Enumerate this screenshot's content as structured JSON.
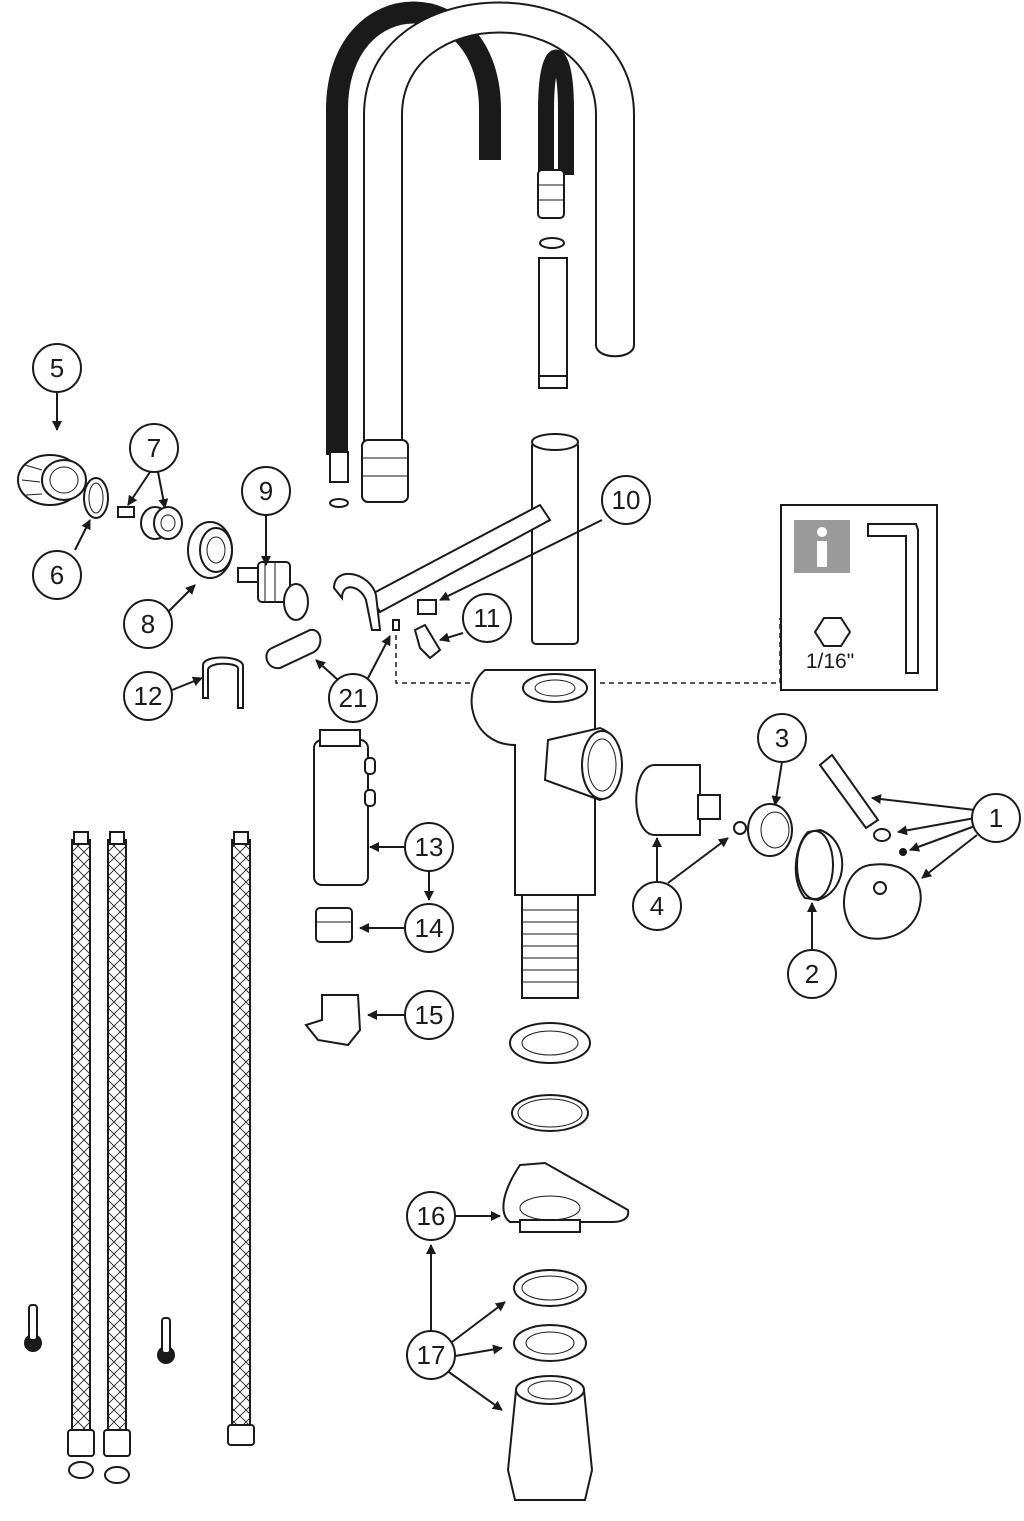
{
  "callouts": {
    "c1": "1",
    "c2": "2",
    "c3": "3",
    "c4": "4",
    "c5": "5",
    "c6": "6",
    "c7": "7",
    "c8": "8",
    "c9": "9",
    "c10": "10",
    "c11": "11",
    "c12": "12",
    "c13": "13",
    "c14": "14",
    "c15": "15",
    "c16": "16",
    "c17": "17",
    "c21": "21"
  },
  "info_box": {
    "hex_key_size": "1/16\"",
    "info_icon": "info-icon",
    "hex_icon": "hexagon-icon",
    "tool_icon": "allen-key-icon"
  },
  "colors": {
    "line": "#1a1a1a",
    "info_gray": "#9a9a9a"
  }
}
